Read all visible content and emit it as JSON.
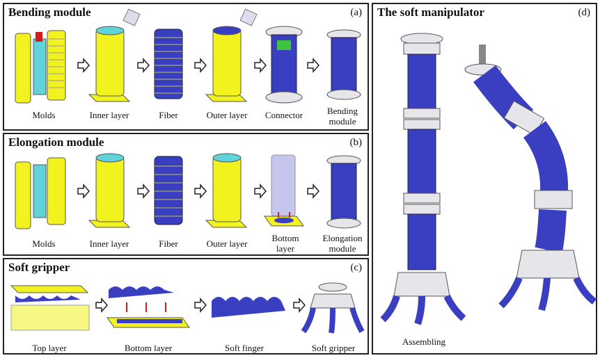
{
  "panels": {
    "a": {
      "title": "Bending module",
      "label": "(a)",
      "captions": [
        "Molds",
        "Inner layer",
        "Fiber",
        "Outer layer",
        "Connector",
        "Bending module"
      ]
    },
    "b": {
      "title": "Elongation module",
      "label": "(b)",
      "captions": [
        "Molds",
        "Inner layer",
        "Fiber",
        "Outer layer",
        "Bottom layer",
        "Elongation module"
      ]
    },
    "c": {
      "title": "Soft gripper",
      "label": "(c)",
      "captions": [
        "Top layer",
        "Bottom layer",
        "Soft finger",
        "Soft gripper"
      ]
    },
    "d": {
      "title": "The soft manipulator",
      "label": "(d)",
      "caption": "Assembling"
    }
  },
  "colors": {
    "mold_yellow": "#f2f21e",
    "inner_cyan": "#5fd3d8",
    "fiber_blue": "#3a3fc2",
    "connector_white": "#e6e6ea",
    "arrow_red": "#d21c1c"
  }
}
